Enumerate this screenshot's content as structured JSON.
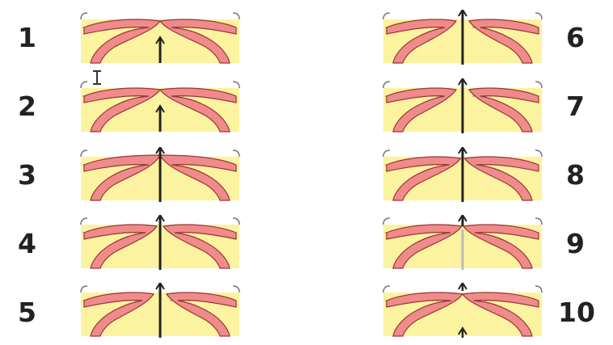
{
  "colors": {
    "mucosa": "#ef8b8b",
    "mucosa_edge": "#9a3535",
    "background": "#fbf3a0",
    "dashed_line": "#7fae65",
    "airflow_arrow": "#222222",
    "faint_arrow": "#bbbbbb",
    "number_text": "#222222"
  },
  "diagram": {
    "stages": [
      {
        "label": "1",
        "state": "closed",
        "arrow": "below"
      },
      {
        "label": "2",
        "state": "closed",
        "arrow": "below"
      },
      {
        "label": "3",
        "state": "bulging",
        "arrow": "through"
      },
      {
        "label": "4",
        "state": "opening",
        "arrow": "through"
      },
      {
        "label": "5",
        "state": "open",
        "arrow": "through"
      },
      {
        "label": "6",
        "state": "open",
        "arrow": "through"
      },
      {
        "label": "7",
        "state": "open",
        "arrow": "through"
      },
      {
        "label": "8",
        "state": "closing",
        "arrow": "through"
      },
      {
        "label": "9",
        "state": "nearly-closed",
        "arrow": "faint"
      },
      {
        "label": "10",
        "state": "closed",
        "arrow": "split"
      }
    ]
  },
  "icons": {
    "cursor": "text-cursor-icon"
  }
}
